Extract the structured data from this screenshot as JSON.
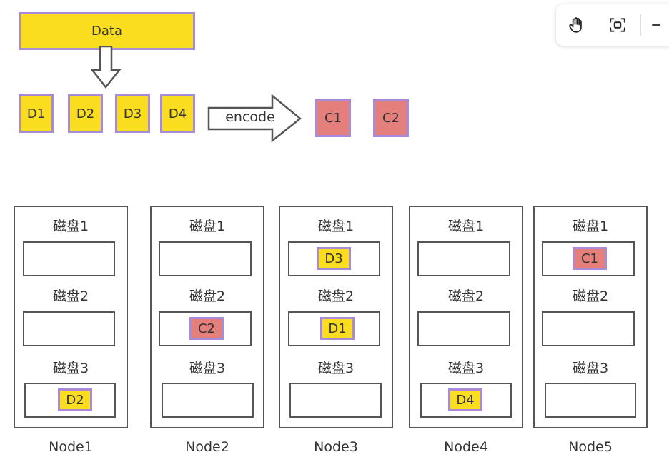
{
  "data_block": "Data",
  "data_chunks": [
    "D1",
    "D2",
    "D3",
    "D4"
  ],
  "encode_label": "encode",
  "parity_chunks": [
    "C1",
    "C2"
  ],
  "disk_labels": [
    "磁盘1",
    "磁盘2",
    "磁盘3"
  ],
  "nodes": [
    {
      "label": "Node1",
      "disks": [
        "",
        "",
        "D2"
      ]
    },
    {
      "label": "Node2",
      "disks": [
        "",
        "C2",
        ""
      ]
    },
    {
      "label": "Node3",
      "disks": [
        "D3",
        "D1",
        ""
      ]
    },
    {
      "label": "Node4",
      "disks": [
        "",
        "",
        "D4"
      ]
    },
    {
      "label": "Node5",
      "disks": [
        "C1",
        "",
        ""
      ]
    }
  ],
  "colors": {
    "data_fill": "#fbdd20",
    "parity_fill": "#e57f7c",
    "chunk_border": "#a78bd9",
    "frame_stroke": "#555555"
  },
  "toolbar": {
    "icons": [
      "hand-icon",
      "fit-screen-icon",
      "zoom-out-icon"
    ]
  }
}
